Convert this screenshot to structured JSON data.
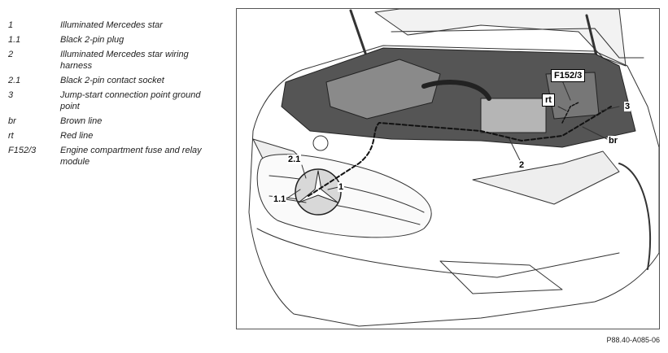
{
  "legend": [
    {
      "key": "1",
      "text": "Illuminated Mercedes star"
    },
    {
      "key": "1.1",
      "text": "Black 2-pin plug"
    },
    {
      "key": "2",
      "text": "Illuminated Mercedes star wiring harness"
    },
    {
      "key": "2.1",
      "text": "Black 2-pin contact socket"
    },
    {
      "key": "3",
      "text": "Jump-start connection point ground point"
    },
    {
      "key": "br",
      "text": "Brown line"
    },
    {
      "key": "rt",
      "text": "Red line"
    },
    {
      "key": "F152/3",
      "text": "Engine compartment fuse and relay module"
    }
  ],
  "callouts": {
    "c_f152": "F152/3",
    "c_rt": "rt",
    "c_3": "3",
    "c_br": "br",
    "c_2": "2",
    "c_2_1": "2.1",
    "c_1": "1",
    "c_1_1": "1.1"
  },
  "figure_ref": "P88.40-A085-06"
}
